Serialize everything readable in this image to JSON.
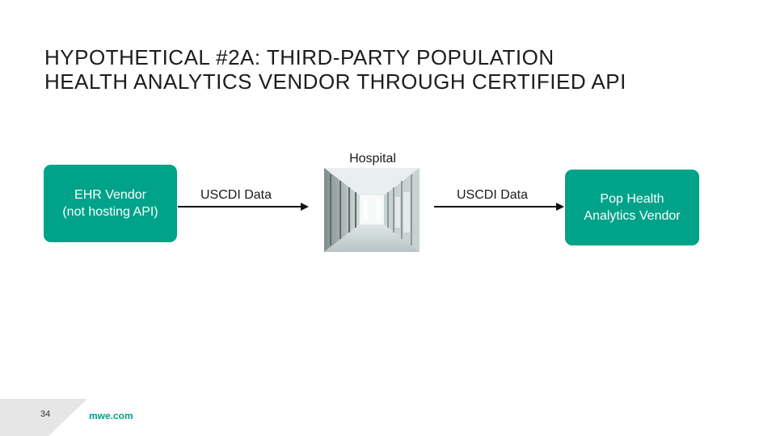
{
  "slide": {
    "title_line1": "HYPOTHETICAL #2A: THIRD-PARTY POPULATION",
    "title_line2": "HEALTH ANALYTICS VENDOR THROUGH CERTIFIED API"
  },
  "diagram": {
    "ehr_vendor": {
      "line1": "EHR Vendor",
      "line2": "(not hosting API)"
    },
    "flow_left_label": "USCDI Data",
    "hospital": {
      "label": "Hospital",
      "image_icon": "hospital-corridor-photo"
    },
    "flow_right_label": "USCDI Data",
    "pop_health_vendor": {
      "line1": "Pop Health",
      "line2": "Analytics Vendor"
    }
  },
  "footer": {
    "page_number": "34",
    "url": "mwe.com"
  },
  "colors": {
    "accent": "#00A389",
    "text": "#1a1a1a",
    "footer_tab": "#e6e6e6"
  }
}
